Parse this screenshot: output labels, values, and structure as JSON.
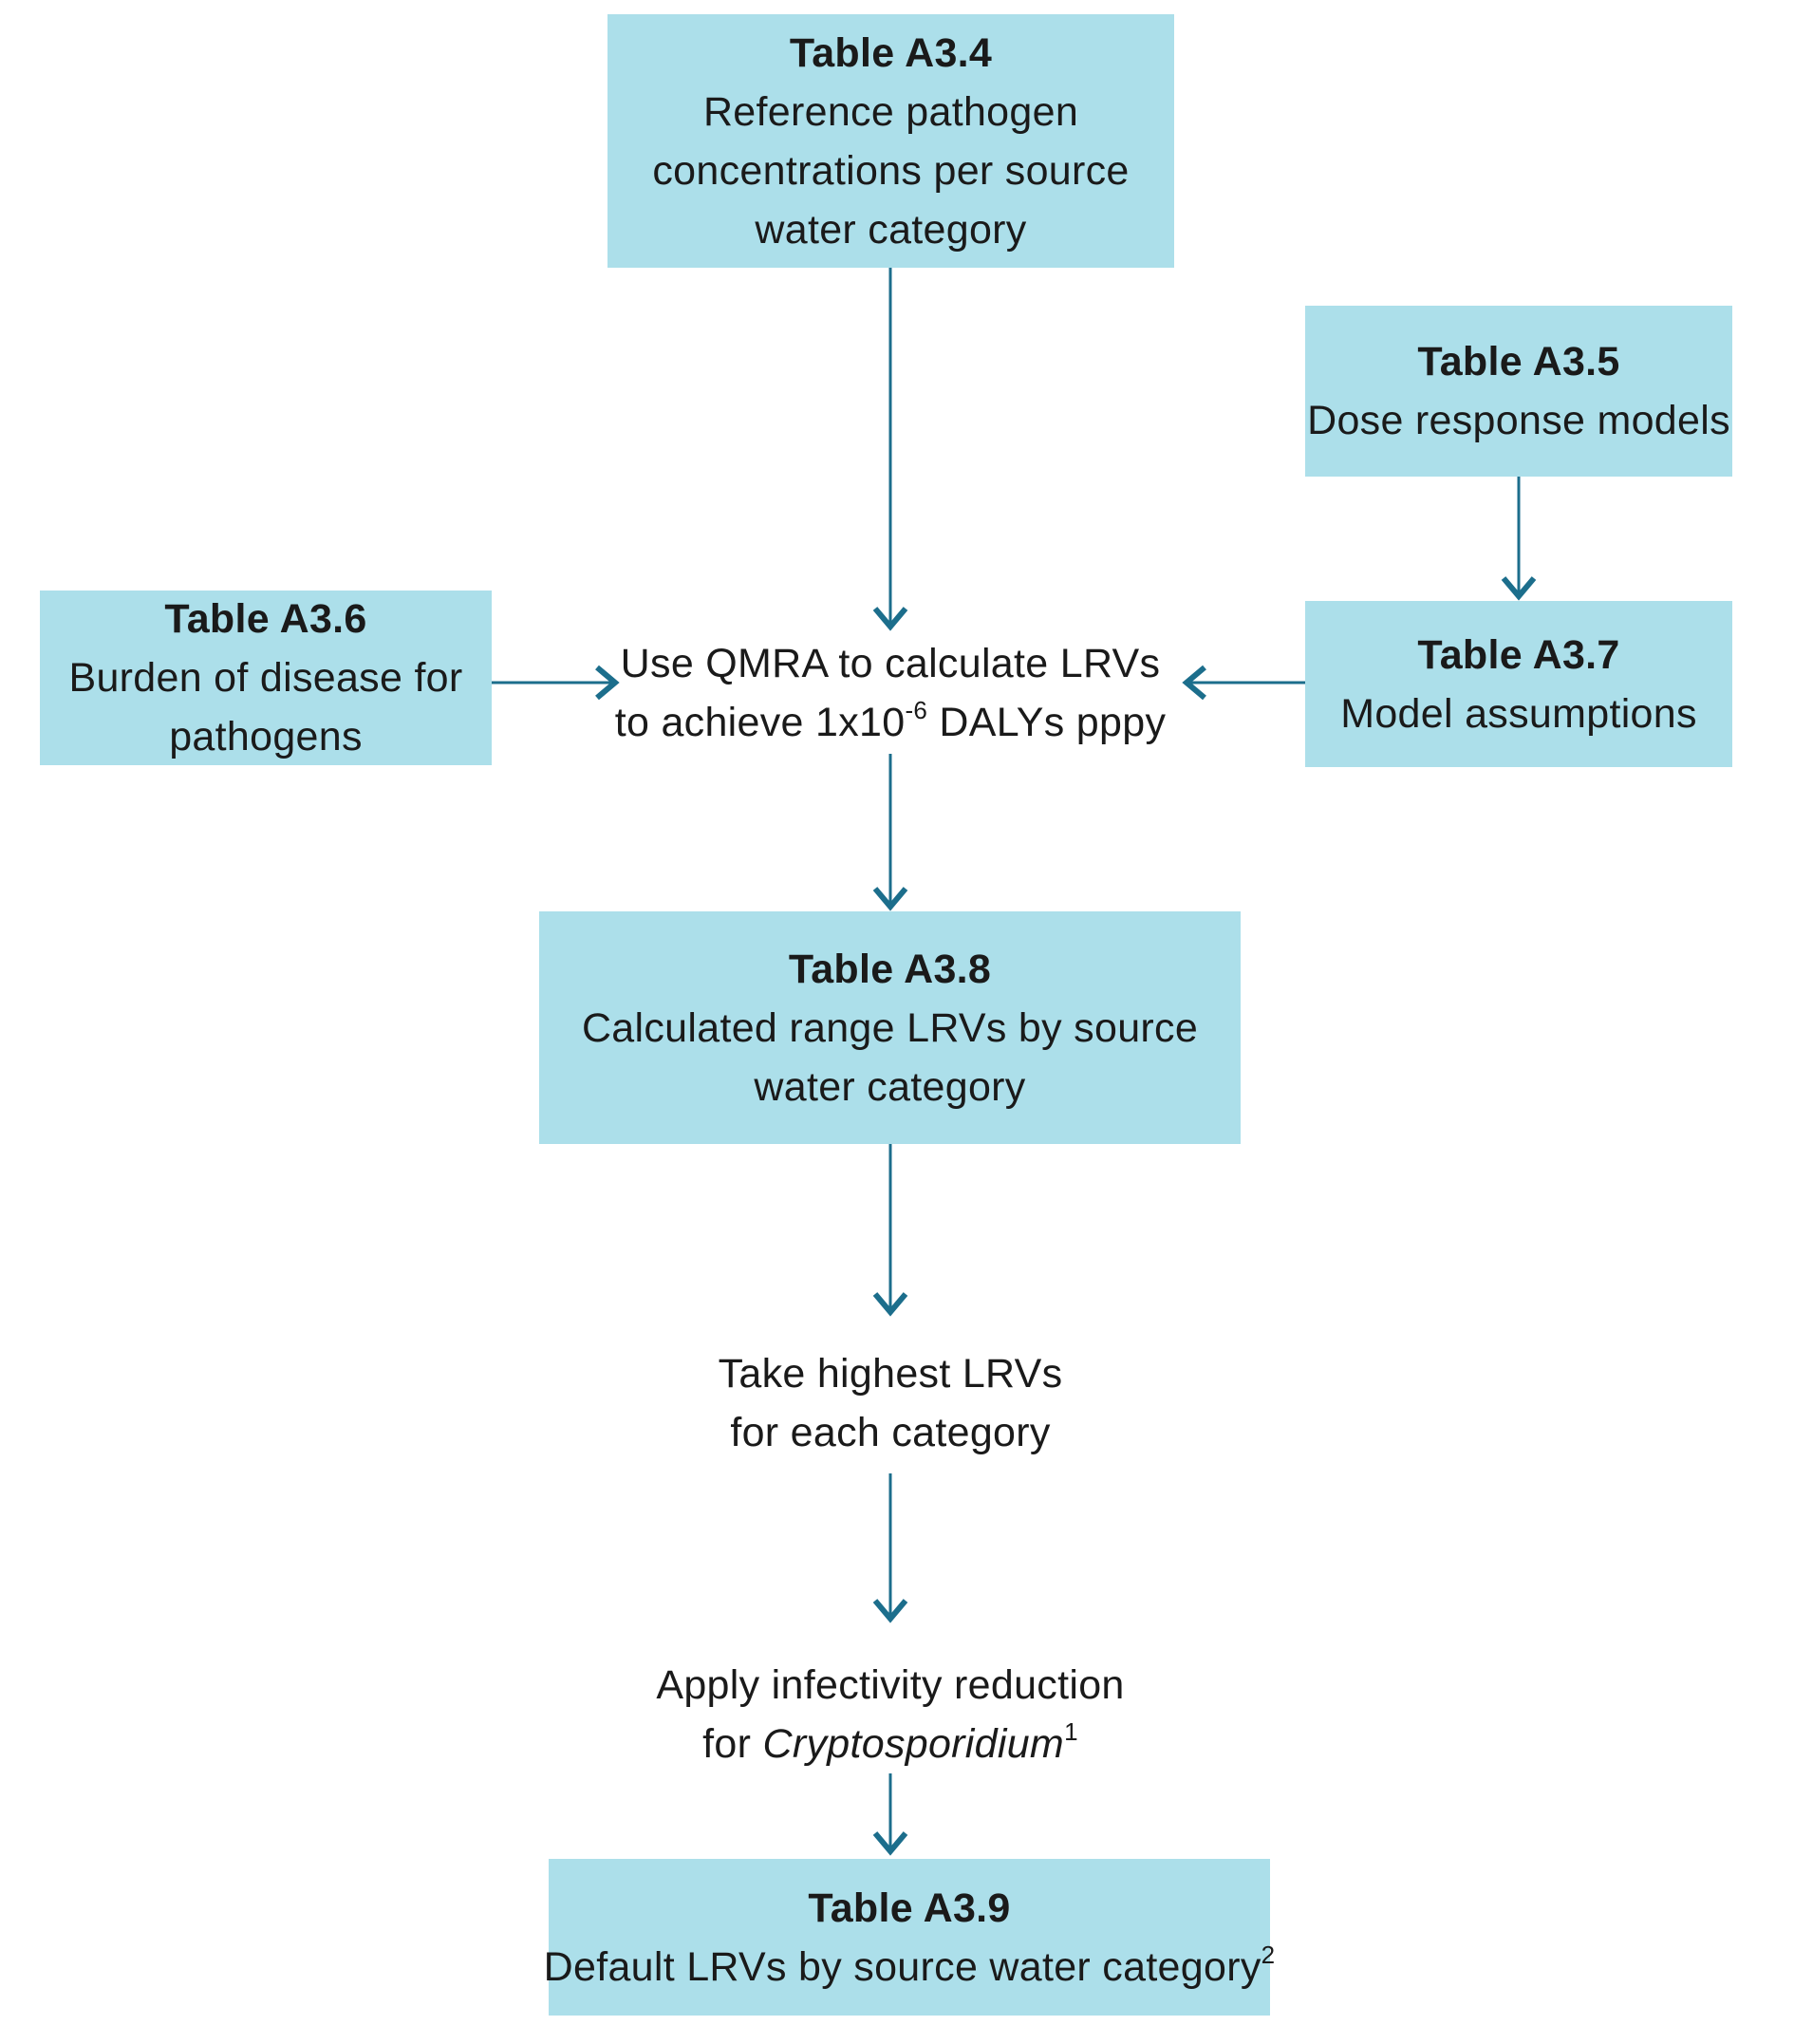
{
  "colors": {
    "box_fill": "#ACDFEA",
    "connector": "#1C6E8C",
    "text": "#1A1A1A"
  },
  "boxes": {
    "a34": {
      "title": "Table A3.4",
      "body": "Reference pathogen concentrations per source water category"
    },
    "a35": {
      "title": "Table A3.5",
      "body": "Dose response models"
    },
    "a36": {
      "title": "Table A3.6",
      "body": "Burden of disease for pathogens"
    },
    "a37": {
      "title": "Table A3.7",
      "body": "Model assumptions"
    },
    "a38": {
      "title": "Table A3.8",
      "body": "Calculated range LRVs by source water category"
    },
    "a39": {
      "title": "Table A3.9",
      "body": "Default LRVs by source water category",
      "body_sup": "2"
    }
  },
  "labels": {
    "qmra": {
      "line1": "Use QMRA to calculate LRVs",
      "line2_pre": "to achieve 1x10",
      "line2_sup": "-6",
      "line2_post": " DALYs pppy"
    },
    "take_highest": {
      "line1": "Take highest LRVs",
      "line2": "for each category"
    },
    "apply_infectivity": {
      "line1": "Apply infectivity reduction",
      "line2_pre": "for ",
      "line2_italic": "Cryptosporidium",
      "line2_sup": "1"
    }
  }
}
